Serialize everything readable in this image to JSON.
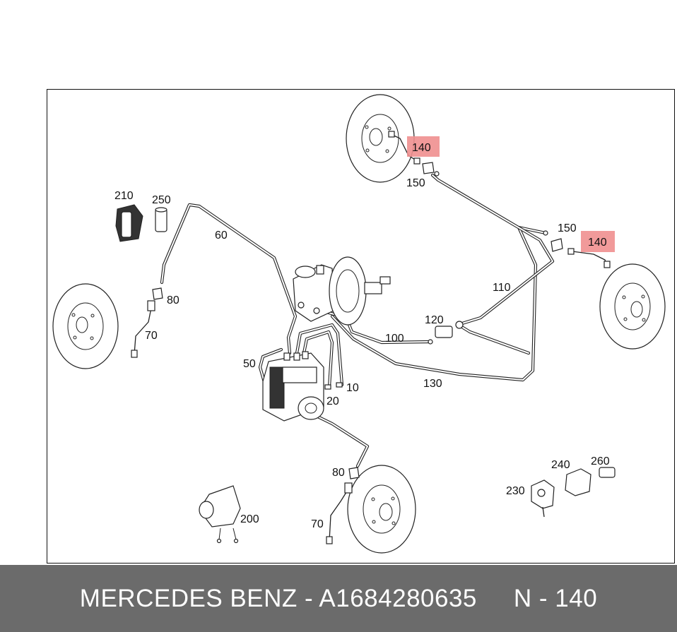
{
  "diagram": {
    "labels": {
      "p10": "10",
      "p20": "20",
      "p50": "50",
      "p60": "60",
      "p70a": "70",
      "p70b": "70",
      "p80a": "80",
      "p80b": "80",
      "p100": "100",
      "p110": "110",
      "p120": "120",
      "p130": "130",
      "p140a": "140",
      "p140b": "140",
      "p150a": "150",
      "p150b": "150",
      "p200": "200",
      "p210": "210",
      "p230": "230",
      "p240": "240",
      "p250": "250",
      "p260": "260"
    },
    "highlight_color": "#f08f8f"
  },
  "footer": {
    "brand_part": "MERCEDES BENZ - A1684280635",
    "position": "N - 140"
  }
}
